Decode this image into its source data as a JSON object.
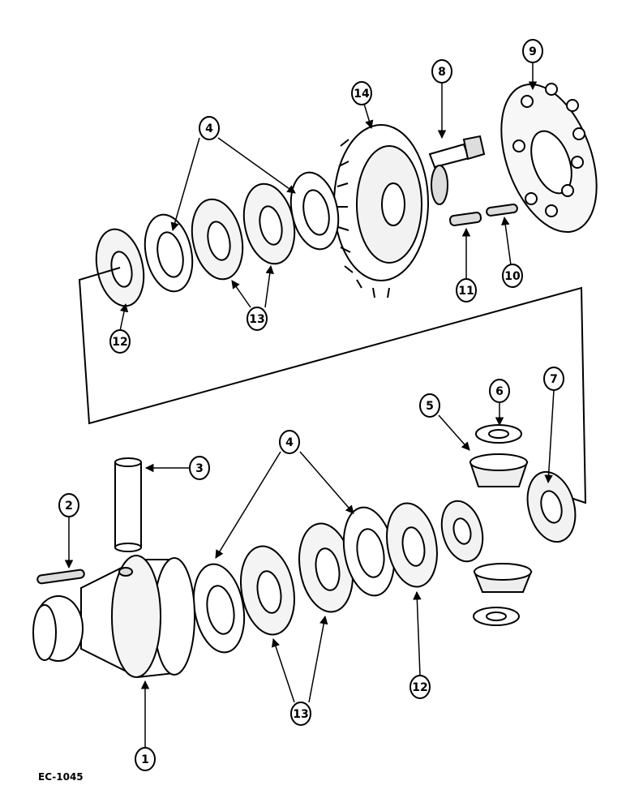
{
  "drawing_ref": "EC-1045",
  "callouts": [
    {
      "id": "c14",
      "label": "14"
    },
    {
      "id": "c8",
      "label": "8"
    },
    {
      "id": "c9",
      "label": "9"
    },
    {
      "id": "c4a",
      "label": "4"
    },
    {
      "id": "c12a",
      "label": "12"
    },
    {
      "id": "c13a",
      "label": "13"
    },
    {
      "id": "c11",
      "label": "11"
    },
    {
      "id": "c10",
      "label": "10"
    },
    {
      "id": "c5",
      "label": "5"
    },
    {
      "id": "c6",
      "label": "6"
    },
    {
      "id": "c7",
      "label": "7"
    },
    {
      "id": "c3",
      "label": "3"
    },
    {
      "id": "c2",
      "label": "2"
    },
    {
      "id": "c4b",
      "label": "4"
    },
    {
      "id": "c12b",
      "label": "12"
    },
    {
      "id": "c13b",
      "label": "13"
    },
    {
      "id": "c1",
      "label": "1"
    }
  ]
}
